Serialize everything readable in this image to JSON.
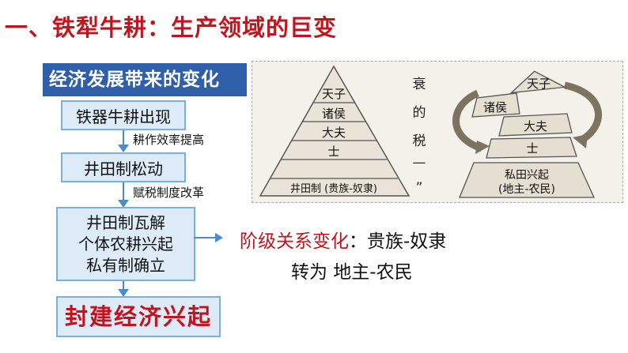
{
  "title": "一、铁犁牛耕：生产领域的巨变",
  "subtitle": "经济发展带来的变化",
  "flow": {
    "step1": "铁器牛耕出现",
    "note1": "耕作效率提高",
    "step2": "井田制松动",
    "note2": "赋税制度改革",
    "step3_lines": [
      "井田制瓦解",
      "个体农耕兴起",
      "私有制确立"
    ],
    "result": "封建经济兴起"
  },
  "class_change": {
    "line1_prefix": "阶级关系变化",
    "line1_rest": "：贵族-奴隶",
    "line2": "转为  地主-农民"
  },
  "figure": {
    "pyramid_levels": [
      "天子",
      "诸侯",
      "大夫",
      "士",
      "井田制 (贵族-奴隶)"
    ],
    "side_chars": [
      "衰",
      "的",
      "税",
      "—",
      "”"
    ],
    "broken_levels": [
      "天子",
      "诸侯",
      "大夫",
      "士",
      "私田兴起",
      "(地主-农民)"
    ]
  }
}
